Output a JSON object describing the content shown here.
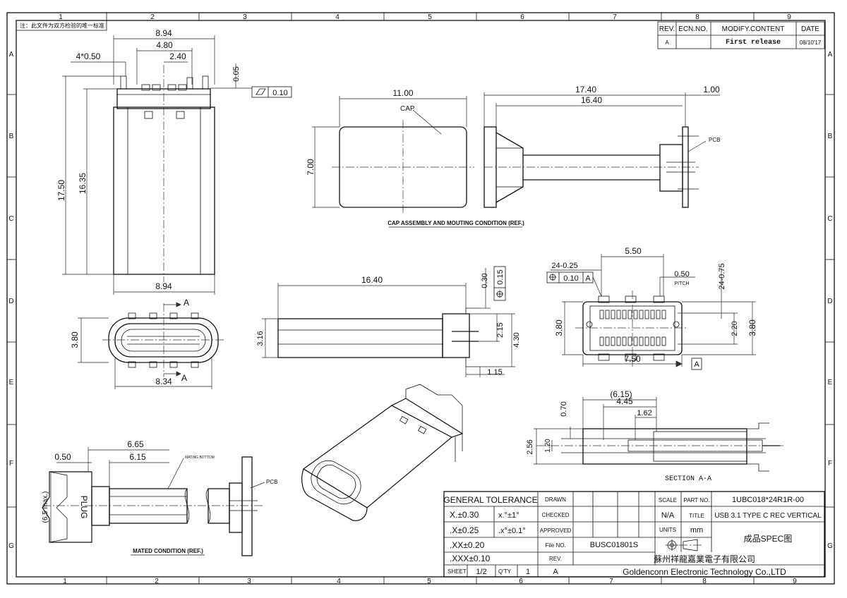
{
  "note": "注：此文件为双方检验的唯一标准",
  "zones": {
    "top": [
      "1",
      "2",
      "3",
      "4",
      "5",
      "6",
      "7",
      "8",
      "9"
    ],
    "bottom": [
      "1",
      "2",
      "3",
      "4",
      "5",
      "6",
      "7",
      "8",
      "9"
    ],
    "left": [
      "A",
      "B",
      "C",
      "D",
      "E",
      "F",
      "G"
    ],
    "right": [
      "A",
      "B",
      "C",
      "D",
      "E",
      "F",
      "G"
    ]
  },
  "revision_table": {
    "headers": [
      "REV.",
      "ECN.NO.",
      "MODIFY.CONTENT",
      "DATE"
    ],
    "rows": [
      [
        "A",
        "",
        "First release",
        "08/10'17"
      ]
    ]
  },
  "views": {
    "front": {
      "dims": [
        "8.94",
        "4.80",
        "2.40",
        "4*0.50",
        "0.05",
        "0.10",
        "17.50",
        "16.35",
        "8.94"
      ]
    },
    "bottom": {
      "dims": [
        "3.80",
        "8.34"
      ],
      "labels": [
        "A",
        "A"
      ]
    },
    "cap": {
      "dims": [
        "11.00",
        "7.00"
      ],
      "labels": [
        "CAP",
        "CAP ASSEMBLY AND MOUTING CONDITION (REF.)"
      ]
    },
    "side_cap": {
      "dims": [
        "17.40",
        "16.40",
        "1.00"
      ],
      "labels": [
        "PCB"
      ]
    },
    "side": {
      "dims": [
        "16.40",
        "0.30",
        "0.15",
        "3.16",
        "2.15",
        "4.30",
        "1.15"
      ]
    },
    "top_right": {
      "dims": [
        "5.50",
        "24-0.25",
        "0.10",
        "A",
        "0.50",
        "PITCH",
        "24-0.75",
        "3.80",
        "2.20",
        "3.80",
        "7.50",
        "A"
      ]
    },
    "section": {
      "dims": [
        "(6.15)",
        "4.45",
        "1.62",
        "0.70",
        "2.56",
        "1.20"
      ],
      "labels": [
        "SECTION A-A"
      ]
    },
    "mated": {
      "dims": [
        "0.50",
        "6.65",
        "6.15",
        "(6.5 max.)"
      ],
      "labels": [
        "PLUG",
        "MATING BOTTOM",
        "PCB",
        "MATED CONDITION (REF.)"
      ]
    }
  },
  "title_block": {
    "general_tolerance": "GENERAL TOLERANCE",
    "tolerances": [
      "X.±0.30",
      ".X±0.25",
      ".XX±0.20",
      ".XXX±0.10"
    ],
    "angles": [
      "x.°±1°",
      ".x°±0.1°"
    ],
    "drawn": "DRAWN",
    "checked": "CHECKED",
    "approved": "APPROVED",
    "file_no_label": "File NO.",
    "file_no": "BUSC01801S",
    "rev_label": "REV.",
    "rev": "A",
    "scale_label": "SCALE",
    "scale": "N/A",
    "units_label": "UNITS",
    "units": "mm",
    "part_no_label": "PART NO.",
    "part_no": "1UBC018*24R1R-00",
    "title_label": "TITLE",
    "title": "USB 3.1 TYPE C REC VERTICAL",
    "spec": "成品SPEC图",
    "sheet_label": "SHEET",
    "sheet": "1/2",
    "qty_label": "Q'TY",
    "qty": "1",
    "sheet_rev": "A",
    "company_cn": "蘇州祥龍嘉業電子有限公司",
    "company_en": "Goldenconn Electronic Technology Co.,LTD"
  }
}
